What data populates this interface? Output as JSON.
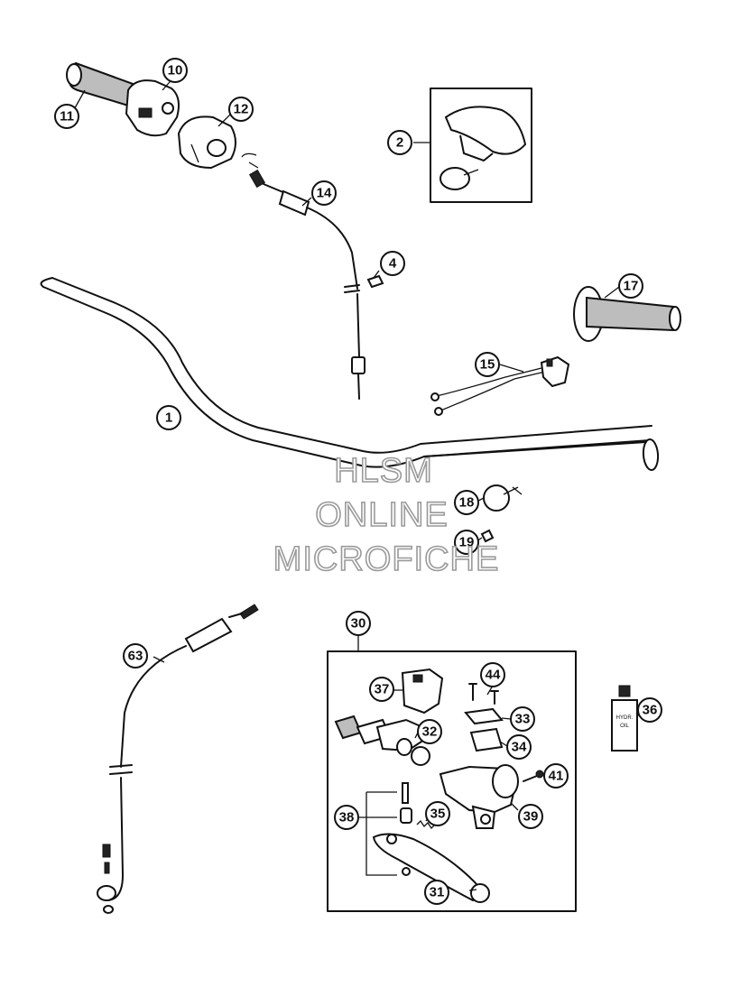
{
  "callouts": [
    {
      "id": "1",
      "label": "1"
    },
    {
      "id": "2",
      "label": "2"
    },
    {
      "id": "4",
      "label": "4"
    },
    {
      "id": "10",
      "label": "10"
    },
    {
      "id": "11",
      "label": "11"
    },
    {
      "id": "12",
      "label": "12"
    },
    {
      "id": "14",
      "label": "14"
    },
    {
      "id": "15",
      "label": "15"
    },
    {
      "id": "17",
      "label": "17"
    },
    {
      "id": "18",
      "label": "18"
    },
    {
      "id": "19",
      "label": "19"
    },
    {
      "id": "30",
      "label": "30"
    },
    {
      "id": "31",
      "label": "31"
    },
    {
      "id": "32",
      "label": "32"
    },
    {
      "id": "33",
      "label": "33"
    },
    {
      "id": "34",
      "label": "34"
    },
    {
      "id": "35",
      "label": "35"
    },
    {
      "id": "36",
      "label": "36"
    },
    {
      "id": "37",
      "label": "37"
    },
    {
      "id": "38",
      "label": "38"
    },
    {
      "id": "39",
      "label": "39"
    },
    {
      "id": "41",
      "label": "41"
    },
    {
      "id": "44",
      "label": "44"
    },
    {
      "id": "63",
      "label": "63"
    }
  ],
  "watermark": {
    "line1": "HLSM",
    "line2": "ONLINE",
    "line3": "MICROFICHE"
  },
  "bottle_label": {
    "line1": "HYDR.",
    "line2": "OIL"
  }
}
